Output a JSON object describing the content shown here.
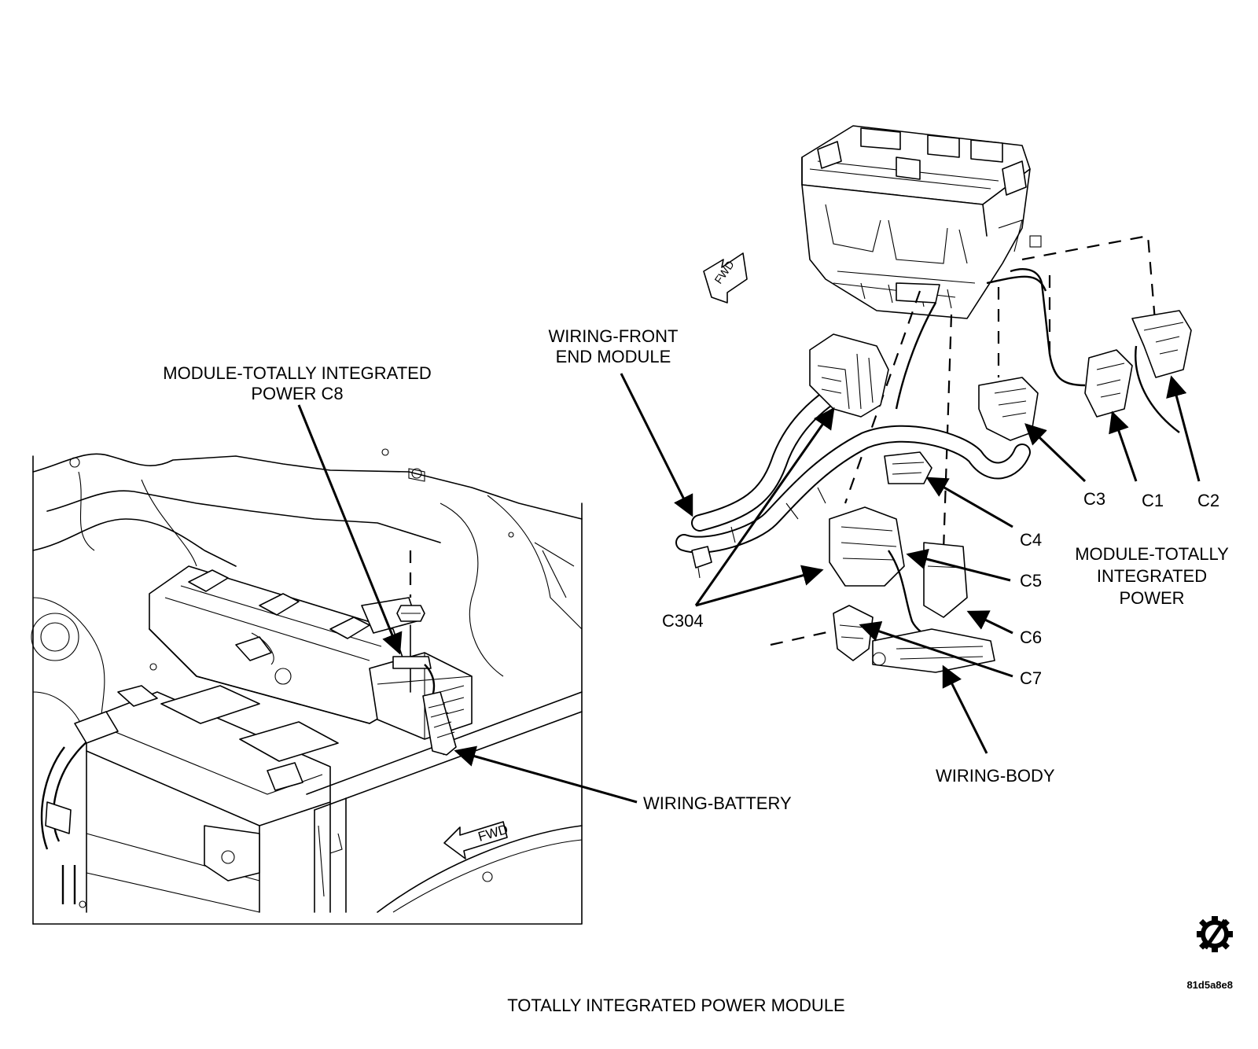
{
  "labels": {
    "tipm_c8": [
      "MODULE-TOTALLY INTEGRATED",
      "POWER C8"
    ],
    "wiring_front_end": [
      "WIRING-FRONT",
      "END MODULE"
    ],
    "wiring_battery": "WIRING-BATTERY",
    "c304": "C304",
    "c1": "C1",
    "c2": "C2",
    "c3": "C3",
    "c4": "C4",
    "c5": "C5",
    "c6": "C6",
    "c7": "C7",
    "tipm": [
      "MODULE-TOTALLY",
      "INTEGRATED",
      "POWER"
    ],
    "wiring_body": "WIRING-BODY",
    "fwd_arrow": "FWD",
    "figure_code": "81d5a8e8",
    "caption": "TOTALLY INTEGRATED POWER MODULE"
  },
  "icons": {
    "service_logo": "gear-slash-icon",
    "fwd_direction": "fwd-arrow-icon"
  }
}
